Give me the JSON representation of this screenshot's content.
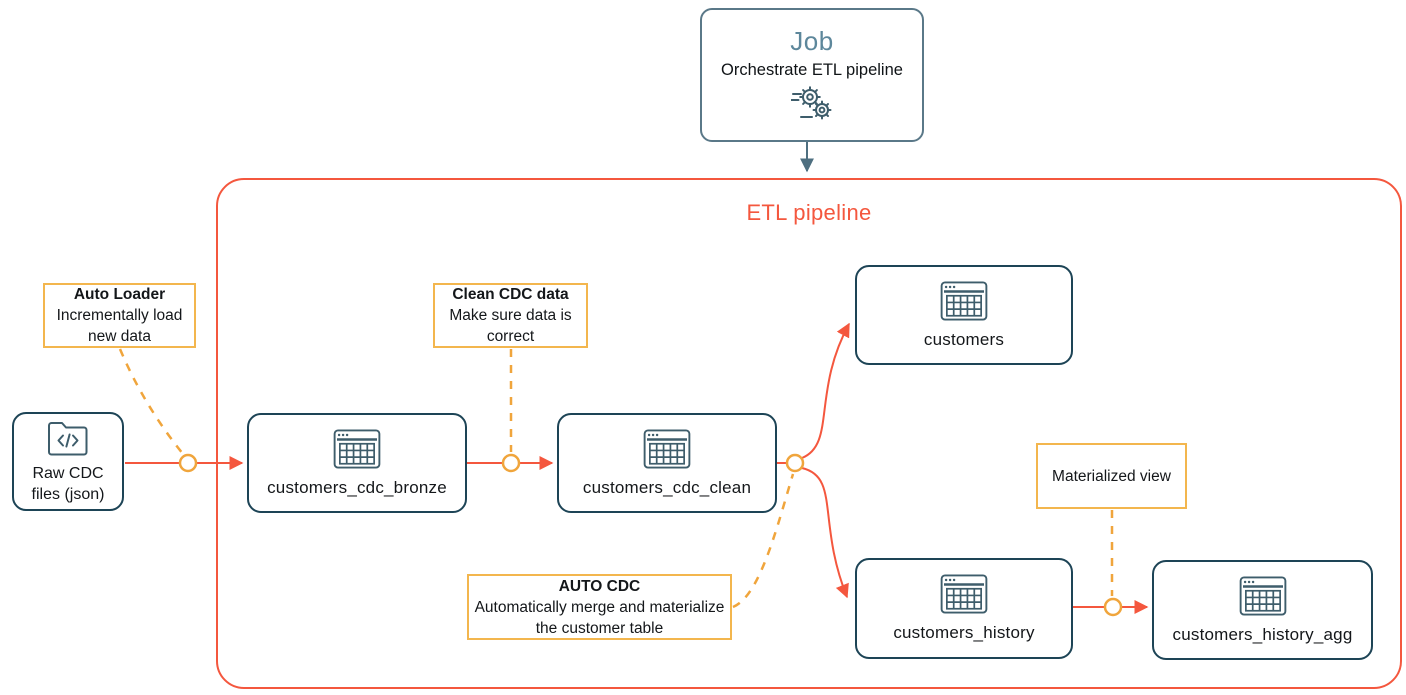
{
  "job": {
    "title": "Job",
    "subtitle": "Orchestrate ETL pipeline",
    "icon": "gears-icon"
  },
  "pipeline": {
    "label": "ETL pipeline"
  },
  "source": {
    "label": "Raw CDC files (json)",
    "icon": "code-folder-icon"
  },
  "nodes": {
    "bronze": {
      "label": "customers_cdc_bronze",
      "icon": "table-icon"
    },
    "clean": {
      "label": "customers_cdc_clean",
      "icon": "table-icon"
    },
    "customers": {
      "label": "customers",
      "icon": "table-icon"
    },
    "history": {
      "label": "customers_history",
      "icon": "table-icon"
    },
    "history_agg": {
      "label": "customers_history_agg",
      "icon": "table-icon"
    }
  },
  "annotations": {
    "auto_loader": {
      "title": "Auto Loader",
      "body": "Incrementally load new data"
    },
    "clean_cdc": {
      "title": "Clean CDC data",
      "body": "Make sure data is correct"
    },
    "auto_cdc": {
      "title": "AUTO CDC",
      "body": "Automatically merge and materialize the customer table"
    },
    "materialized_view": {
      "body": "Materialized view"
    }
  },
  "colors": {
    "accent_red": "#F4573E",
    "connector_yellow": "#F0A53C",
    "annotation_border": "#F3B64E",
    "node_border": "#1D4456",
    "icon_slate": "#3E5D6B",
    "job_border": "#5A7888",
    "job_title_blue": "#5D879B",
    "text": "#14171A"
  }
}
